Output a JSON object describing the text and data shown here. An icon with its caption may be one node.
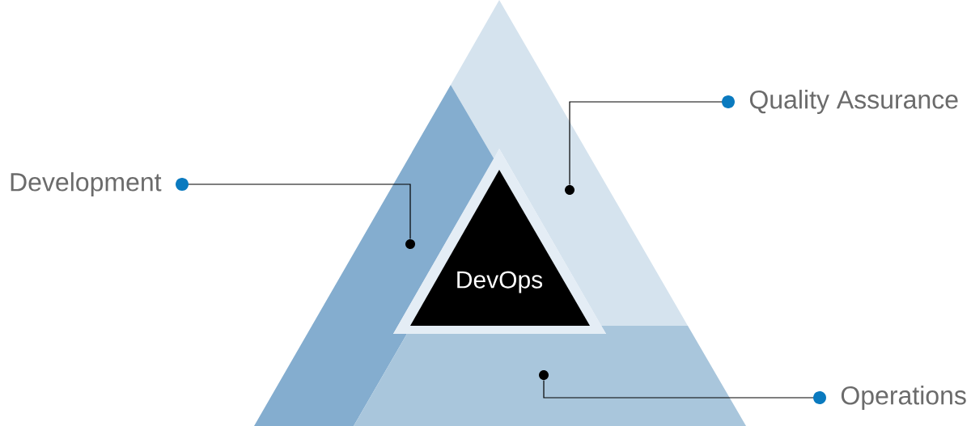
{
  "diagram": {
    "nodes": [
      {
        "text": [
          "Development"
        ]
      },
      {
        "text": [
          "Quality Assurance"
        ]
      },
      {
        "text": [
          "Operations"
        ]
      },
      {
        "text": [
          "DevOps"
        ]
      },
      {
        "text": [],
        "shape": "triangle"
      },
      {
        "text": [],
        "shape": "triangle"
      },
      {
        "text": [],
        "shape": "trapezoid"
      }
    ],
    "edges": [
      {
        "from": 0,
        "to": 4,
        "arrow": "other"
      },
      {
        "from": 1,
        "to": 5,
        "arrow": "other"
      },
      {
        "from": 2,
        "to": 6,
        "arrow": "other"
      }
    ]
  }
}
